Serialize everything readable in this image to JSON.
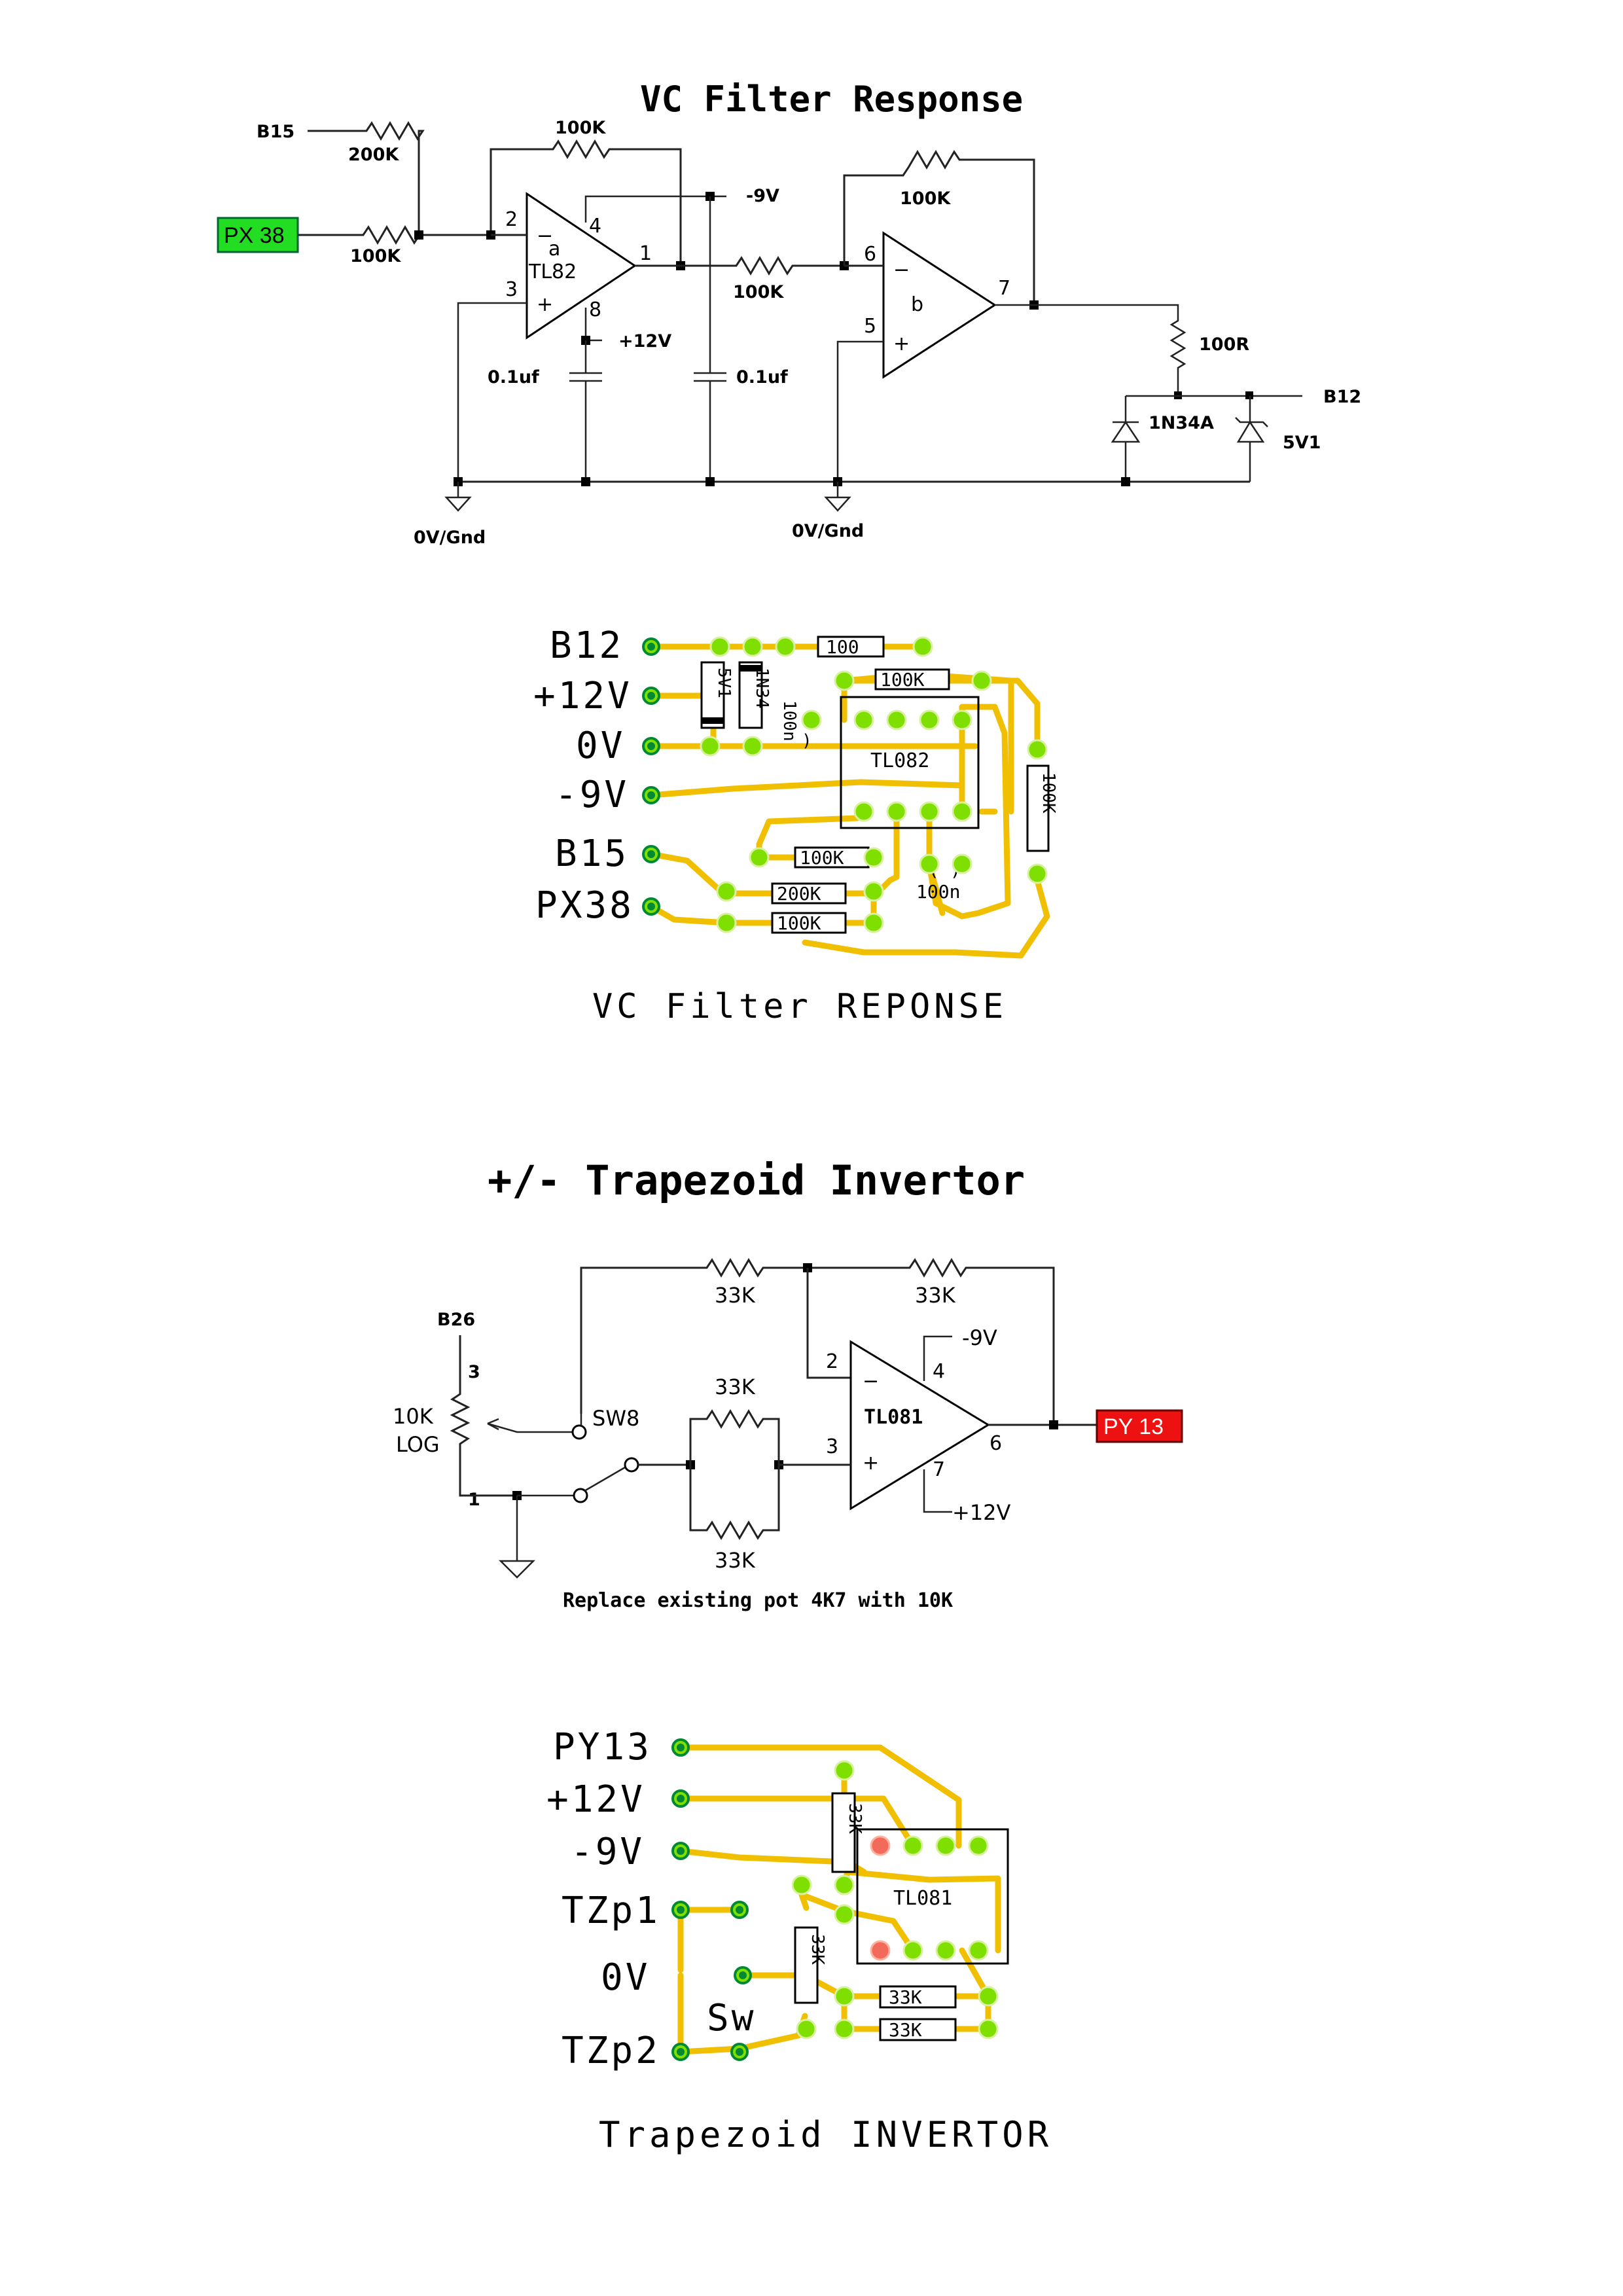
{
  "schematic1": {
    "title": "VC Filter Response",
    "labels": {
      "b15": "B15",
      "r200k": "200K",
      "px38": "PX 38",
      "r100k_in": "100K",
      "r100k_fb": "100K",
      "pin2": "2",
      "pin3": "3",
      "pin4": "4",
      "pin1": "1",
      "pin8": "8",
      "amp_a": "a",
      "amp_a_chip": "TL82",
      "minus9v": "-9V",
      "plus12v": "+12V",
      "cap1": "0.1uf",
      "cap2": "0.1uf",
      "r100k_mid": "100K",
      "r100k_fb2": "100K",
      "pin6": "6",
      "pin5": "5",
      "pin7": "7",
      "amp_b": "b",
      "r100r": "100R",
      "b12": "B12",
      "diode": "1N34A",
      "zener": "5V1",
      "gnd1": "0V/Gnd",
      "gnd2": "0V/Gnd",
      "minus_sign": "−",
      "plus_sign": "+"
    },
    "colors": {
      "px38_tag": "#22dd22"
    }
  },
  "pcb1": {
    "terminals": [
      "B12",
      "+12V",
      "0V",
      "-9V",
      "B15",
      "PX38"
    ],
    "resistors": {
      "r100": "100",
      "r100k_top": "100K",
      "r100k_a": "100K",
      "r200k": "200K",
      "r100k_b": "100K",
      "r100k_v": "100K"
    },
    "caps": {
      "c100n_v": "100n",
      "c100n_b": "100n"
    },
    "diodes": {
      "d5v1": "5V1",
      "d1n34": "1N34"
    },
    "ic": "TL082",
    "caption": "VC Filter REPONSE"
  },
  "schematic2": {
    "title": "+/- Trapezoid Invertor",
    "labels": {
      "r33k_a": "33K",
      "r33k_b": "33K",
      "r33k_c": "33K",
      "r33k_d": "33K",
      "b26": "B26",
      "pot_pin3": "3",
      "pot_pin1": "1",
      "pot_val": "10K",
      "pot_log": "LOG",
      "sw8": "SW8",
      "pin2": "2",
      "pin3": "3",
      "pin4": "4",
      "pin6": "6",
      "pin7": "7",
      "minus9v": "-9V",
      "plus12v": "+12V",
      "chip": "TL081",
      "py13": "PY 13",
      "minus_sign": "−",
      "plus_sign": "+",
      "note": "Replace existing pot  4K7 with 10K"
    },
    "colors": {
      "py13_tag": "#ee1111"
    }
  },
  "pcb2": {
    "terminals": [
      "PY13",
      "+12V",
      "-9V",
      "TZp1",
      "0V",
      "TZp2"
    ],
    "switch_label": "Sw",
    "resistors": {
      "r33k_v1": "33K",
      "r33k_v2": "33K",
      "r33k_h1": "33K",
      "r33k_h2": "33K"
    },
    "ic": "TL081",
    "caption": "Trapezoid INVERTOR"
  }
}
